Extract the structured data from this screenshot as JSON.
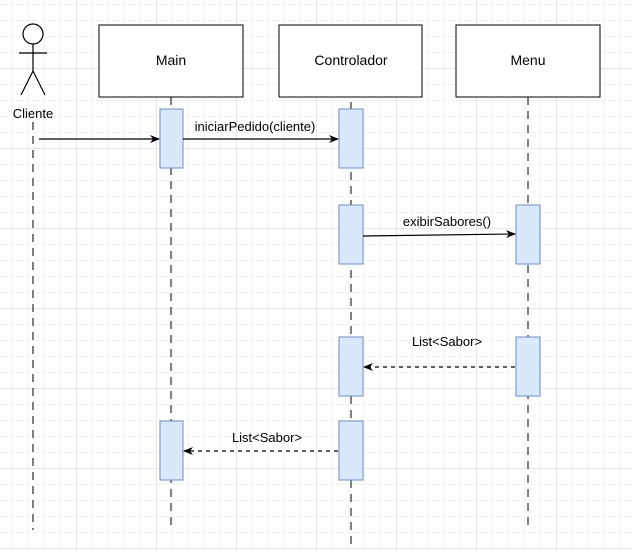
{
  "participants": {
    "actor": "Cliente",
    "main": "Main",
    "controller": "Controlador",
    "menu": "Menu"
  },
  "messages": {
    "m1": "iniciarPedido(cliente)",
    "m2": "exibirSabores()",
    "m3": "List<Sabor>",
    "m4": "List<Sabor>"
  },
  "colors": {
    "activation_fill": "#dae8fc",
    "activation_stroke": "#6c8ebf",
    "line": "#000000"
  }
}
